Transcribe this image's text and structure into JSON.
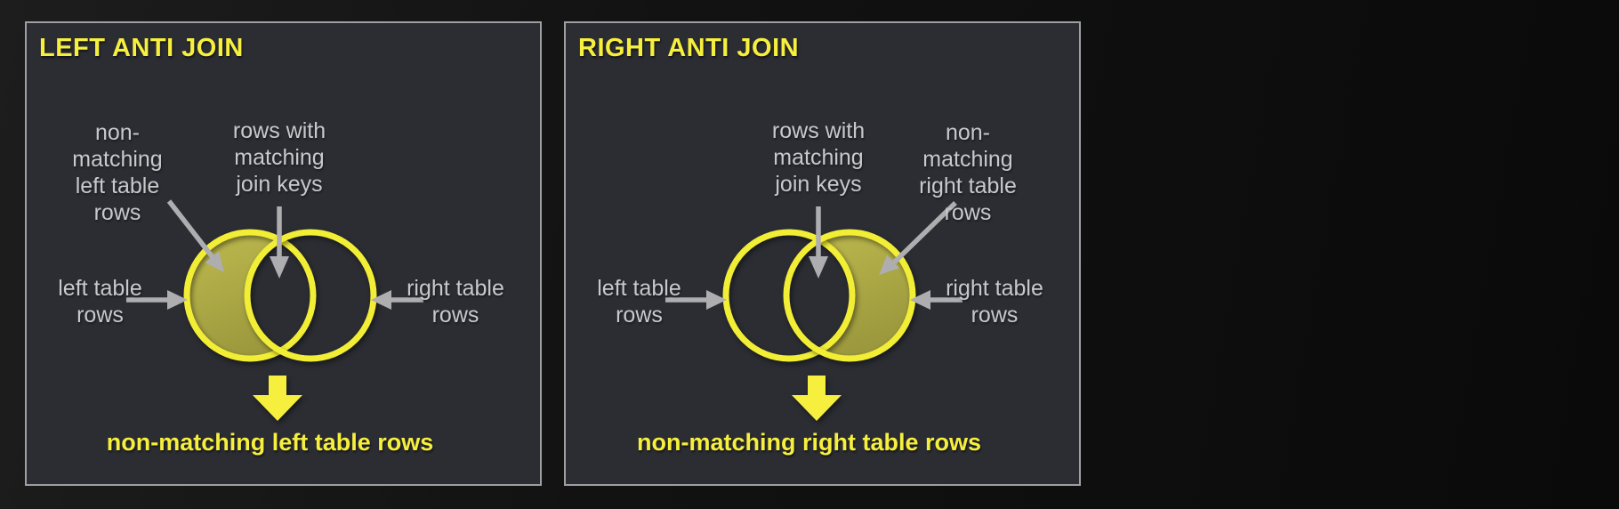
{
  "colors": {
    "page_bg": "#121212",
    "panel_bg": "#2b2d33",
    "panel_border": "#9e9fa1",
    "accent_yellow": "#f6ef3d",
    "venn_stroke": "#f2ee35",
    "crescent_light": "#bdb94e",
    "crescent_dark": "#9a973d",
    "label_gray": "#c9c9cc",
    "arrow_gray": "#aeaeb1"
  },
  "panels": [
    {
      "title": "LEFT ANTI JOIN",
      "shaded_side": "left",
      "labels": {
        "non_matching": "non-\nmatching\nleft table\nrows",
        "matching": "rows with\nmatching\njoin keys",
        "left_circle": "left table\nrows",
        "right_circle": "right table\nrows"
      },
      "result_label": "non-matching left table rows"
    },
    {
      "title": "RIGHT ANTI JOIN",
      "shaded_side": "right",
      "labels": {
        "non_matching": "non-\nmatching\nright table\nrows",
        "matching": "rows with\nmatching\njoin keys",
        "left_circle": "left table\nrows",
        "right_circle": "right table\nrows"
      },
      "result_label": "non-matching right table rows"
    }
  ]
}
